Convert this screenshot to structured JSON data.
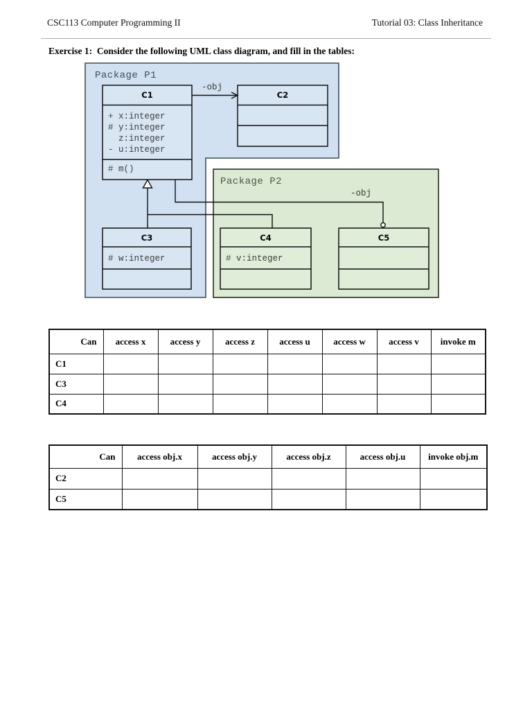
{
  "header": {
    "left": "CSC113 Computer Programming II",
    "right": "Tutorial 03: Class Inheritance"
  },
  "exercise_heading": "Exercise 1:  Consider the following UML class diagram, and fill in the tables:",
  "diagram": {
    "package1": {
      "label": "Package P1",
      "fill": "#d2e1f1",
      "border": "#3e4e5c"
    },
    "package2": {
      "label": "Package P2",
      "fill": "#dcead3",
      "border": "#24301f"
    },
    "classes": {
      "c1": {
        "name": "C1",
        "attributes": [
          "+ x:integer",
          "# y:integer",
          "  z:integer",
          "- u:integer"
        ],
        "methods": [
          "# m()"
        ]
      },
      "c2": {
        "name": "C2"
      },
      "c3": {
        "name": "C3",
        "attributes": [
          "# w:integer"
        ]
      },
      "c4": {
        "name": "C4",
        "attributes": [
          "# v:integer"
        ]
      },
      "c5": {
        "name": "C5"
      }
    },
    "associations": [
      {
        "label": "-obj",
        "from": "C1",
        "to": "C2"
      },
      {
        "label": "-obj",
        "from": "C1",
        "to": "C5"
      }
    ],
    "generalizations": [
      {
        "from": "C3",
        "to": "C1"
      },
      {
        "from": "C4",
        "to": "C1"
      }
    ]
  },
  "table1": {
    "headers": [
      "Can",
      "access x",
      "access y",
      "access z",
      "access u",
      "access w",
      "access v",
      "invoke m"
    ],
    "rows": [
      "C1",
      "C3",
      "C4"
    ]
  },
  "table2": {
    "headers": [
      "Can",
      "access obj.x",
      "access obj.y",
      "access obj.z",
      "access obj.u",
      "invoke obj.m"
    ],
    "rows": [
      "C2",
      "C5"
    ]
  }
}
